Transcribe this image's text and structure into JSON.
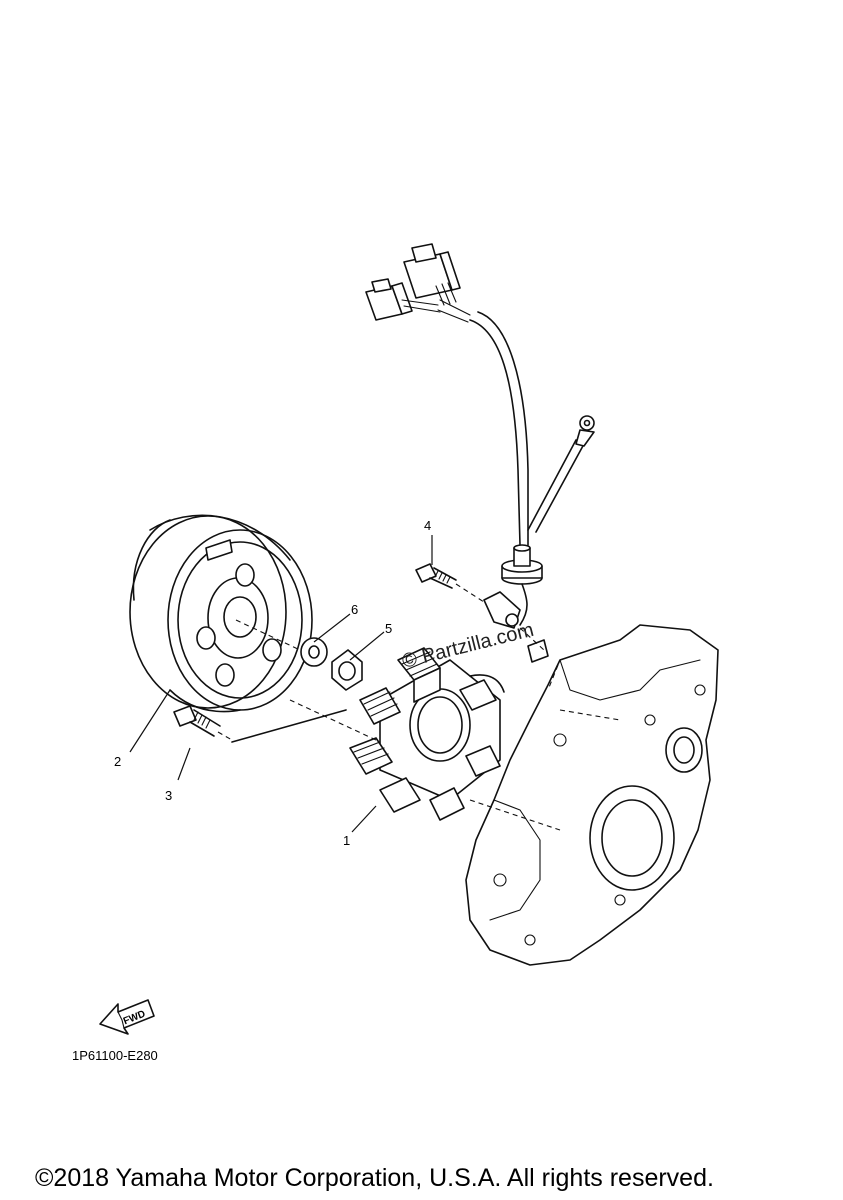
{
  "callouts": [
    {
      "id": "1",
      "label": "1"
    },
    {
      "id": "2",
      "label": "2"
    },
    {
      "id": "3",
      "label": "3"
    },
    {
      "id": "4",
      "label": "4"
    },
    {
      "id": "5",
      "label": "5"
    },
    {
      "id": "6",
      "label": "6"
    }
  ],
  "direction_arrow": {
    "label": "FWD"
  },
  "diagram_code": "1P61100-E280",
  "watermark": "© Partzilla.com",
  "copyright": "©2018 Yamaha Motor Corporation, U.S.A. All rights reserved."
}
